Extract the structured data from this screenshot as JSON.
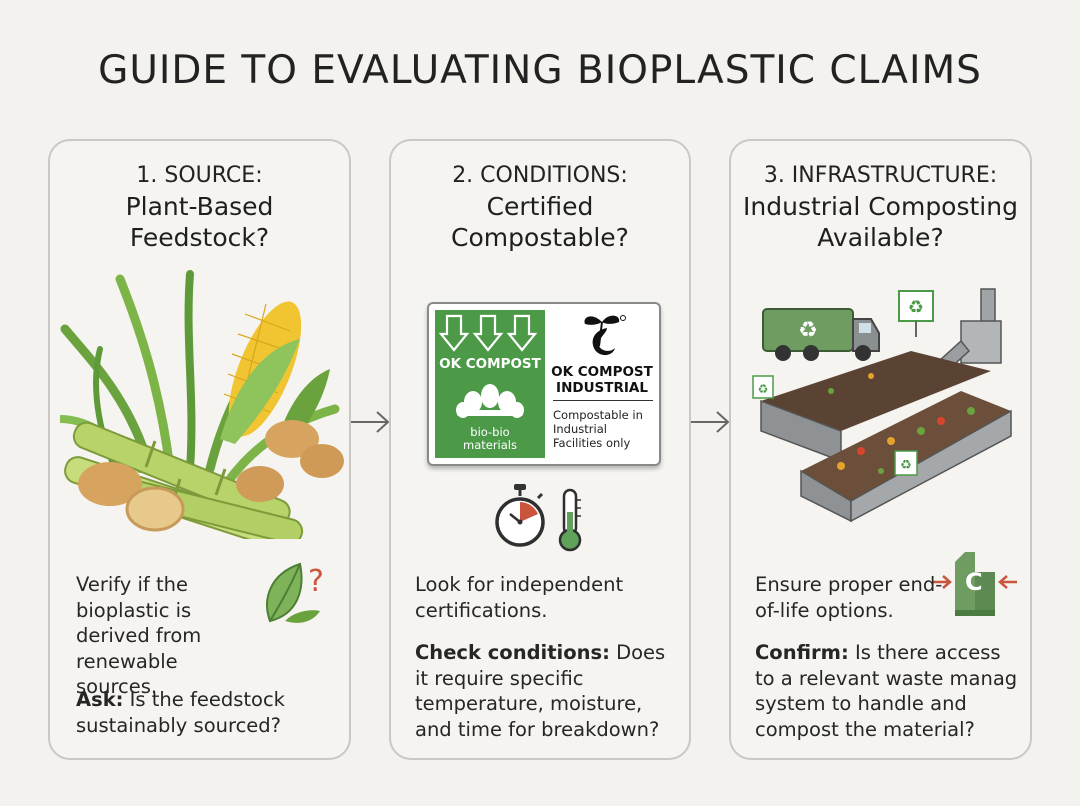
{
  "title": "GUIDE TO EVALUATING BIOPLASTIC CLAIMS",
  "cards": [
    {
      "step": "1. SOURCE:",
      "question": "Plant-Based Feedstock?",
      "text": "Verify if the bioplastic is derived from renewable sources.",
      "ask_label": "Ask:",
      "ask_text": "Is the feedstock sustainably sourced?",
      "icons": [
        "sugarcane-corn-potato-icon",
        "leaf-question-icon"
      ]
    },
    {
      "step": "2. CONDITIONS:",
      "question": "Certified Compostable?",
      "label": {
        "left_title": "OK COMPOST",
        "left_sub": "bio-bio materials",
        "right_title": "OK COMPOST INDUSTRIAL",
        "right_note": "Compostable in Industrial Facilities only"
      },
      "text": "Look for independent certifications.",
      "ask_label": "Check conditions:",
      "ask_text": "Does it require specific temperature, moisture, and time for breakdown?",
      "icons": [
        "certification-label-icon",
        "stopwatch-icon",
        "thermometer-icon"
      ]
    },
    {
      "step": "3. INFRASTRUCTURE:",
      "question": "Industrial Composting Available?",
      "text": "Ensure proper end-of-life options.",
      "ask_label": "Confirm:",
      "ask_text": "Is there access to a relevant waste manag system to handle and compost the material?",
      "icons": [
        "composting-facility-icon",
        "recycle-truck-icon",
        "facility-building-icon"
      ]
    }
  ],
  "colors": {
    "green": "#4c9a48",
    "card_border": "#c9c8c4",
    "background": "#f3f2ef",
    "accent_red": "#c9563c"
  }
}
